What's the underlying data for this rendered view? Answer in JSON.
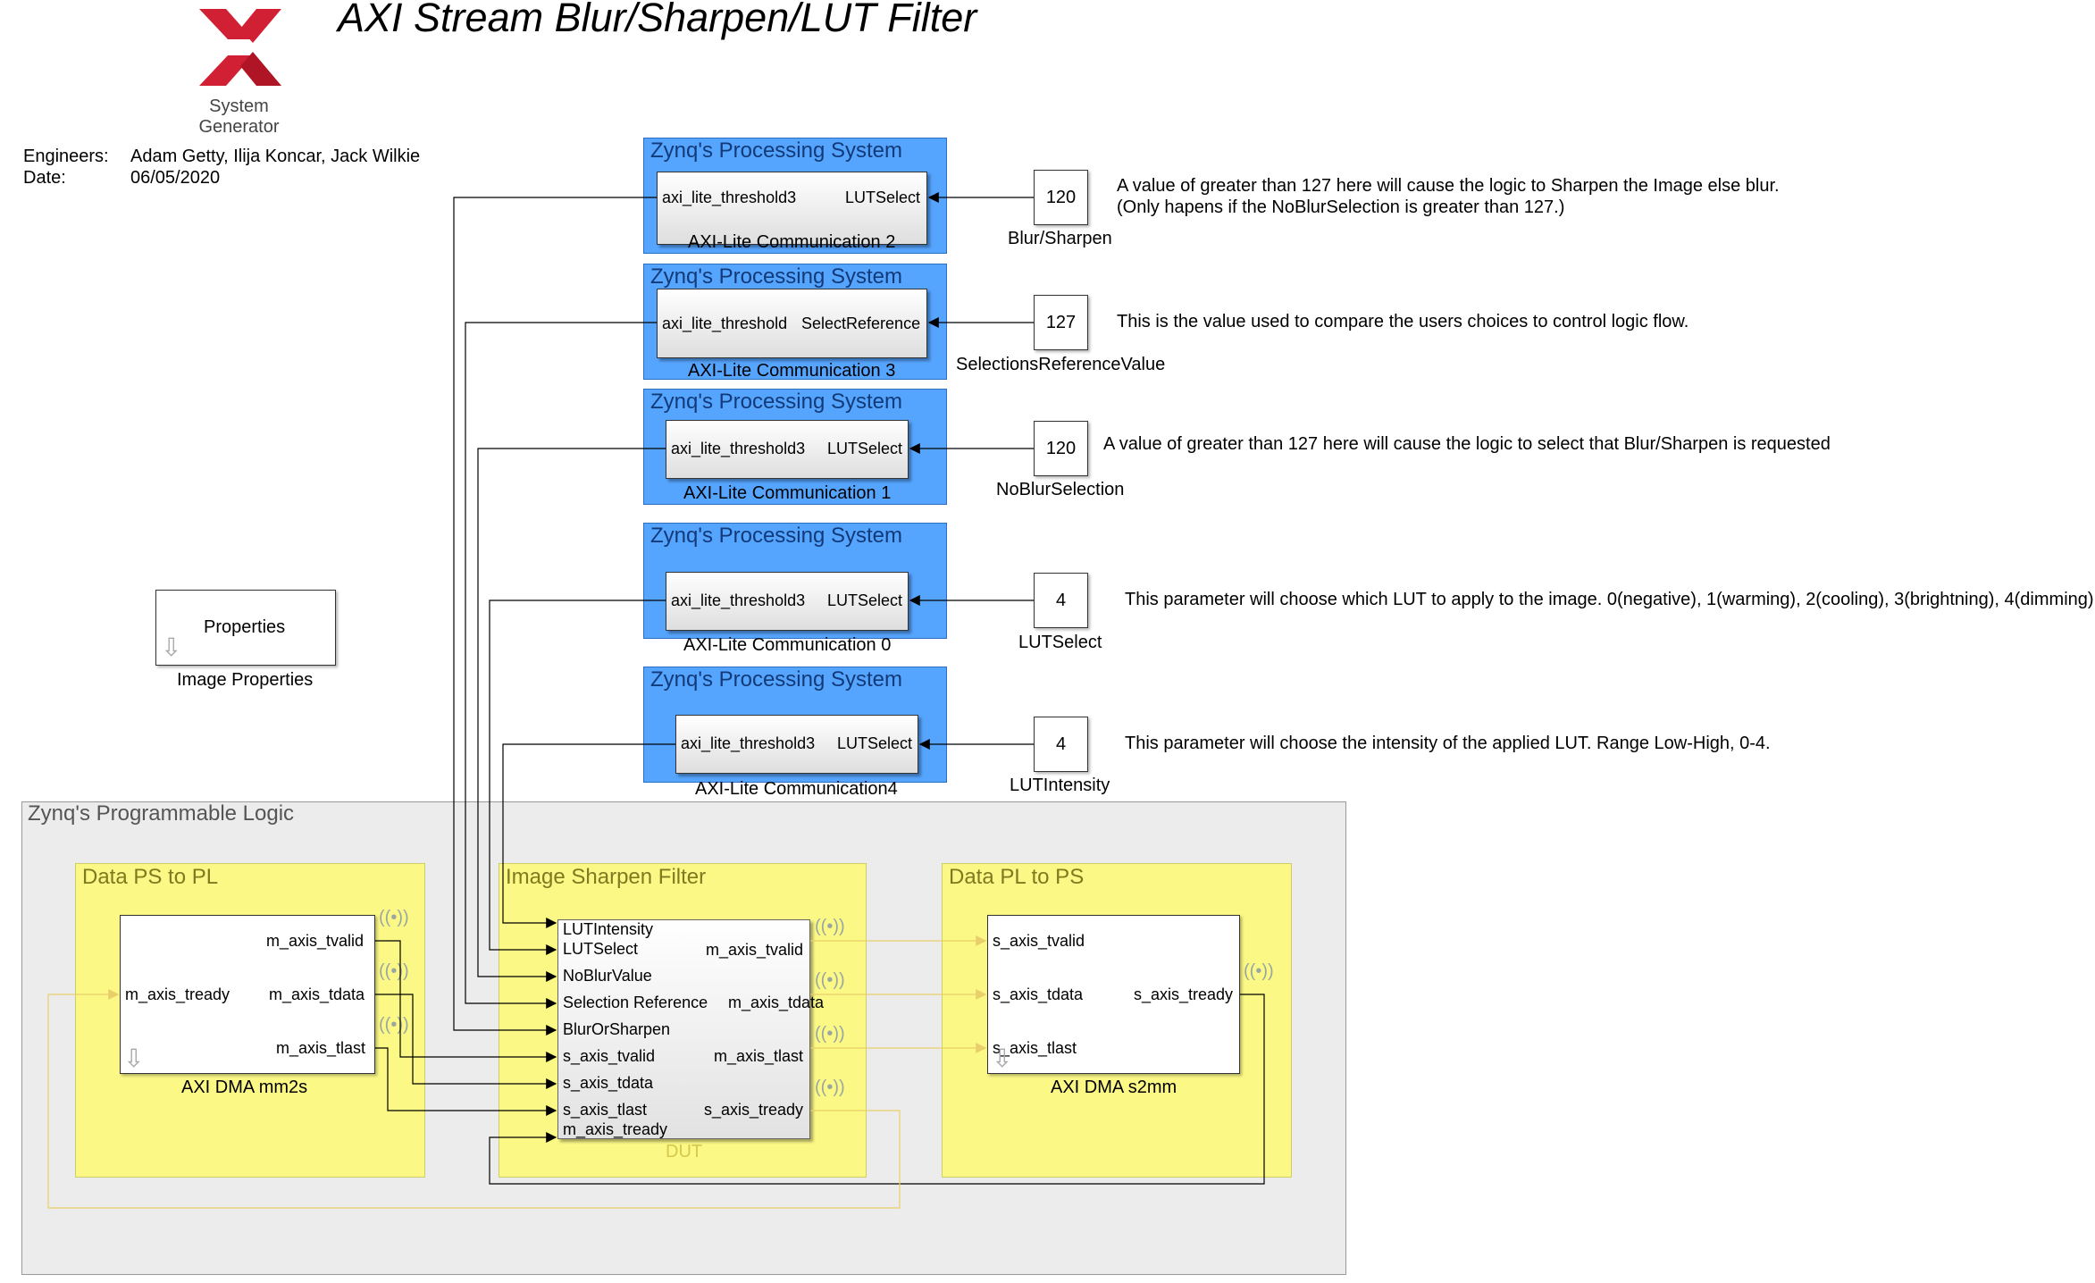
{
  "title": "AXI Stream Blur/Sharpen/LUT Filter",
  "logo": {
    "caption_line1": "System",
    "caption_line2": "Generator"
  },
  "meta": {
    "engineers_label": "Engineers:",
    "engineers_value": "Adam Getty, Ilija Koncar, Jack Wilkie",
    "date_label": "Date:",
    "date_value": "06/05/2020"
  },
  "ps_blocks": [
    {
      "title": "Zynq's Processing System",
      "left_port": "axi_lite_threshold3",
      "right_port": "LUTSelect",
      "caption": "AXI-Lite Communication 2"
    },
    {
      "title": "Zynq's Processing System",
      "left_port": "axi_lite_threshold",
      "right_port": "SelectReference",
      "caption": "AXI-Lite Communication 3"
    },
    {
      "title": "Zynq's Processing System",
      "left_port": "axi_lite_threshold3",
      "right_port": "LUTSelect",
      "caption": "AXI-Lite Communication 1"
    },
    {
      "title": "Zynq's Processing System",
      "left_port": "axi_lite_threshold3",
      "right_port": "LUTSelect",
      "caption": "AXI-Lite Communication 0"
    },
    {
      "title": "Zynq's Processing System",
      "left_port": "axi_lite_threshold3",
      "right_port": "LUTSelect",
      "caption": "AXI-Lite Communication4"
    }
  ],
  "constants": [
    {
      "value": "120",
      "label": "Blur/Sharpen",
      "note_line1": "A value of greater than 127 here will cause the logic to Sharpen the Image else blur.",
      "note_line2": "(Only hapens if the NoBlurSelection is greater than 127.)"
    },
    {
      "value": "127",
      "label": "SelectionsReferenceValue",
      "note_line1": "This is the value used to compare the users choices to control logic flow."
    },
    {
      "value": "120",
      "label": "NoBlurSelection",
      "note_line1": "A value of greater than 127 here will cause the logic to select that Blur/Sharpen is requested"
    },
    {
      "value": "4",
      "label": "LUTSelect",
      "note_line1": "This parameter will choose which LUT to apply to the image. 0(negative), 1(warming), 2(cooling), 3(brightning), 4(dimming)"
    },
    {
      "value": "4",
      "label": "LUTIntensity",
      "note_line1": "This parameter will choose the intensity of the applied LUT. Range Low-High, 0-4."
    }
  ],
  "properties_block": {
    "label": "Properties",
    "caption": "Image Properties"
  },
  "pl_area": {
    "title": "Zynq's Programmable Logic"
  },
  "data_ps_to_pl": {
    "title": "Data PS to PL",
    "in_port": "m_axis_tready",
    "out_ports": [
      "m_axis_tvalid",
      "m_axis_tdata",
      "m_axis_tlast"
    ],
    "caption": "AXI DMA mm2s"
  },
  "image_sharpen": {
    "title": "Image Sharpen Filter",
    "in_ports": [
      "LUTIntensity",
      "LUTSelect",
      "NoBlurValue",
      "Selection Reference",
      "BlurOrSharpen",
      "s_axis_tvalid",
      "s_axis_tdata",
      "s_axis_tlast",
      "m_axis_tready"
    ],
    "out_ports": [
      "m_axis_tvalid",
      "m_axis_tdata",
      "m_axis_tlast",
      "s_axis_tready"
    ],
    "caption": "DUT"
  },
  "data_pl_to_ps": {
    "title": "Data PL to PS",
    "in_ports": [
      "s_axis_tvalid",
      "s_axis_tdata",
      "s_axis_tlast"
    ],
    "out_port": "s_axis_tready",
    "caption": "AXI DMA s2mm"
  },
  "colors": {
    "ps_blue": "#55a5ff",
    "pl_gray": "#ececec",
    "subsystem_yellow": "#fbf886",
    "wire_black": "#000000",
    "wire_yellow": "#e8cf6a",
    "logo_red": "#d12033"
  }
}
